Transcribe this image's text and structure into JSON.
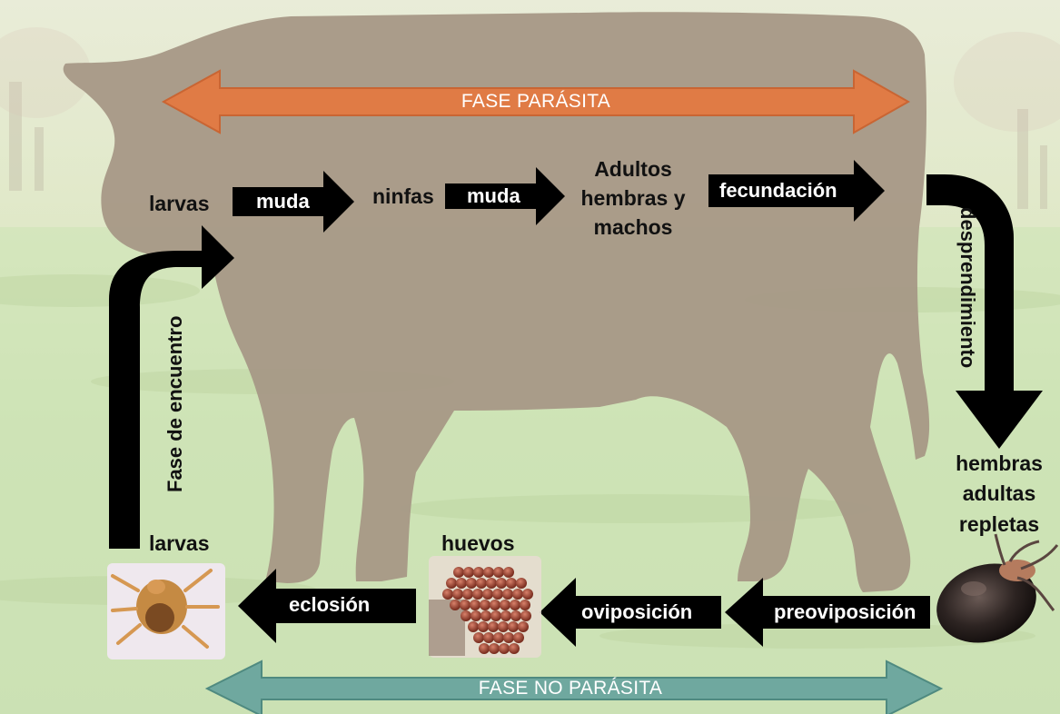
{
  "phases": {
    "parasitic": "FASE PARÁSITA",
    "non_parasitic": "FASE NO PARÁSITA",
    "encounter": "Fase de encuentro",
    "detachment": "desprendimiento"
  },
  "stages": {
    "larvas_host": "larvas",
    "ninfas": "ninfas",
    "adultos": [
      "Adultos",
      "hembras y",
      "machos"
    ],
    "hembras_repletas": [
      "hembras",
      "adultas",
      "repletas"
    ],
    "huevos": "huevos",
    "larvas_ground": "larvas"
  },
  "transitions": {
    "muda_1": "muda",
    "muda_2": "muda",
    "fecundacion": "fecundación",
    "preoviposicion": "preoviposición",
    "oviposicion": "oviposición",
    "eclosion": "eclosión"
  },
  "images": {
    "engorged_female": "engorged-tick-photo",
    "eggs": "tick-eggs-photo",
    "larva": "tick-larva-photo",
    "cow": "cow-silhouette",
    "pasture": "pasture-background"
  },
  "colors": {
    "parasitic_band": "#E07B45",
    "non_parasitic_band": "#6FA89F",
    "cow": "#A69886",
    "arrow": "#000000"
  }
}
